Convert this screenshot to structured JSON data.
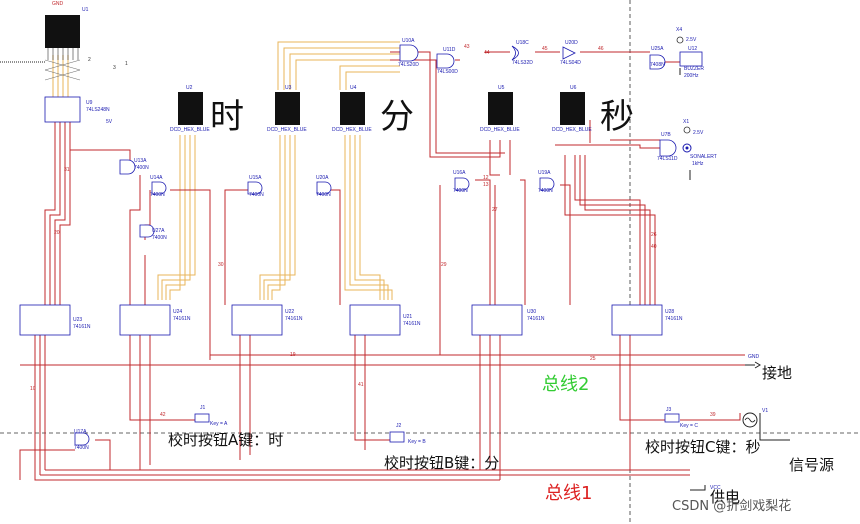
{
  "labels": {
    "hour": "时",
    "minute": "分",
    "second": "秒",
    "btn_a": "校时按钮A键：时",
    "btn_b": "校时按钮B键：分",
    "btn_c": "校时按钮C键：秒",
    "ground": "接地",
    "signal": "信号源",
    "power": "供电",
    "bus1": "总线1",
    "bus2": "总线2"
  },
  "colors": {
    "wire_red": "#c0282c",
    "wire_orange": "#e8b45a",
    "wire_black": "#222222",
    "chip_blue": "#1a1ab0",
    "bus2_text": "#33cc33",
    "bus1_text": "#dd2222"
  },
  "components": {
    "u1": "U1",
    "u2": "U2",
    "u3": "U3",
    "u4": "U4",
    "u5": "U5",
    "u6": "U6",
    "disp": "DCD_HEX_BLUE",
    "u9": "U9",
    "u9_part": "74LS248N",
    "u10a": "U10A",
    "u10a_part": "74LS20D",
    "u11d": "U11D",
    "u11d_part": "74LS00D",
    "u18c": "U18C",
    "u18c_part": "74LS32D",
    "u20d": "U20D",
    "u20d_part": "74LS04D",
    "u25a": "U25A",
    "u25a_part": "7408N",
    "u12": "U12",
    "u12_part": "BUZZER",
    "u12_freq": "200Hz",
    "x4": "X4",
    "x1": "X1",
    "v25": "2.5V",
    "u7b": "U7B",
    "u7b_part": "74LS11D",
    "sonalert": "SONALERT",
    "sonalert_freq": "1kHz",
    "u13a": "U13A",
    "u13a_part": "7400N",
    "u14a": "U14A",
    "u15a": "U15A",
    "u20a": "U20A",
    "u16a": "U16A",
    "u19a": "U19A",
    "u27a": "U27A",
    "u17a": "U17A",
    "part_7400": "7400N",
    "u23": "U23",
    "u24": "U24",
    "u22": "U22",
    "u21": "U21",
    "u30": "U30",
    "u28": "U28",
    "counter_part": "74161N",
    "j1": "J1",
    "j2": "J2",
    "j3": "J3",
    "key_a": "Key = A",
    "key_b": "Key = B",
    "key_c": "Key = C",
    "gnd": "GND",
    "vcc": "VCC",
    "v1": "V1",
    "v5": "5V",
    "net_43": "43",
    "net_44": "44",
    "net_45": "45",
    "net_46": "46",
    "net_25": "25",
    "net_39": "39",
    "net_42": "42",
    "net_41": "41",
    "net_30": "30",
    "net_31": "31",
    "net_12": "12",
    "net_13": "13",
    "net_27": "27",
    "net_29": "29",
    "net_19": "19",
    "net_26": "26",
    "net_40": "40",
    "net_10": "10",
    "net_20": "20",
    "net_2": "2",
    "net_3": "3",
    "net_1": "1"
  },
  "watermark": "CSDN @折剑戏梨花"
}
